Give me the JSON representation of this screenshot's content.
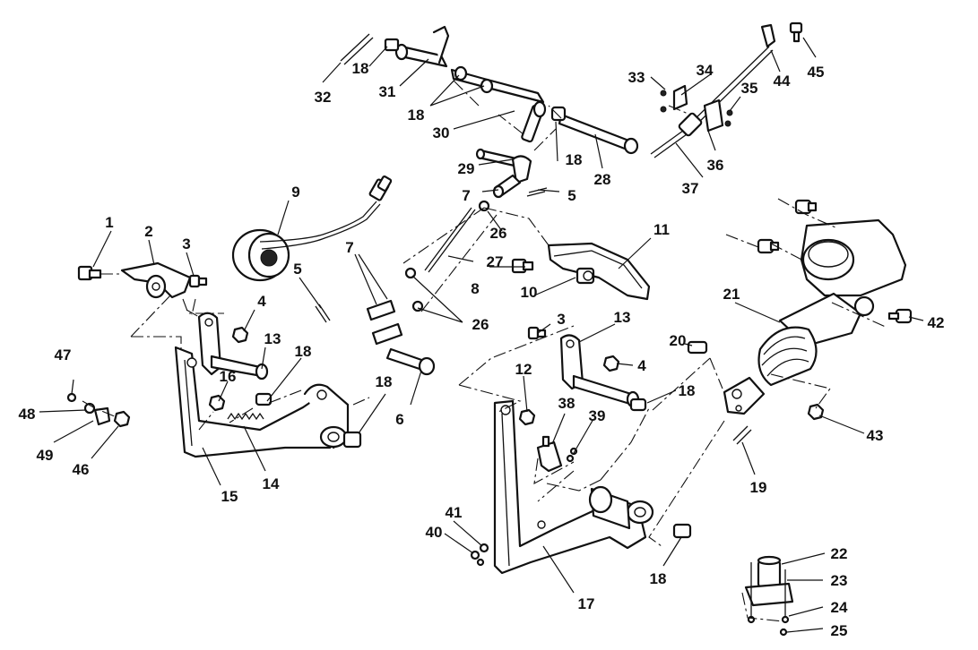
{
  "diagram": {
    "callouts": [
      "1",
      "2",
      "3",
      "4",
      "5",
      "6",
      "7",
      "8",
      "9",
      "10",
      "11",
      "12",
      "13",
      "14",
      "15",
      "16",
      "17",
      "18",
      "19",
      "20",
      "21",
      "22",
      "23",
      "24",
      "25",
      "26",
      "27",
      "28",
      "29",
      "30",
      "31",
      "32",
      "33",
      "34",
      "35",
      "36",
      "37",
      "38",
      "39",
      "40",
      "41",
      "42",
      "43",
      "44",
      "45",
      "46",
      "47",
      "48",
      "49"
    ]
  }
}
